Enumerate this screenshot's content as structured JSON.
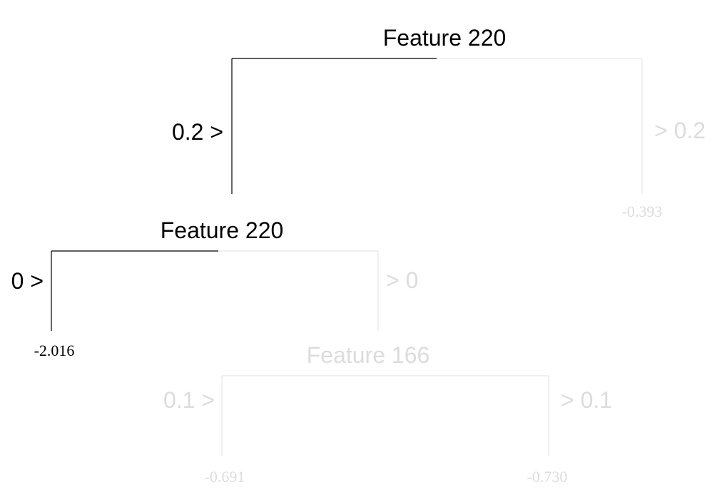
{
  "tree": {
    "root": {
      "feature": "Feature 220",
      "left_condition": "0.2 >",
      "right_condition": "> 0.2",
      "right_leaf": "-0.393"
    },
    "level2": {
      "feature": "Feature 220",
      "left_condition": "0 >",
      "right_condition": "> 0",
      "left_leaf": "-2.016"
    },
    "level3": {
      "feature": "Feature 166",
      "left_condition": "0.1 >",
      "right_condition": "> 0.1",
      "left_leaf": "-0.691",
      "right_leaf": "-0.730"
    }
  },
  "colors": {
    "active": "#000000",
    "faded": "#e6e6e6",
    "faded_text": "#dcdcdc"
  }
}
